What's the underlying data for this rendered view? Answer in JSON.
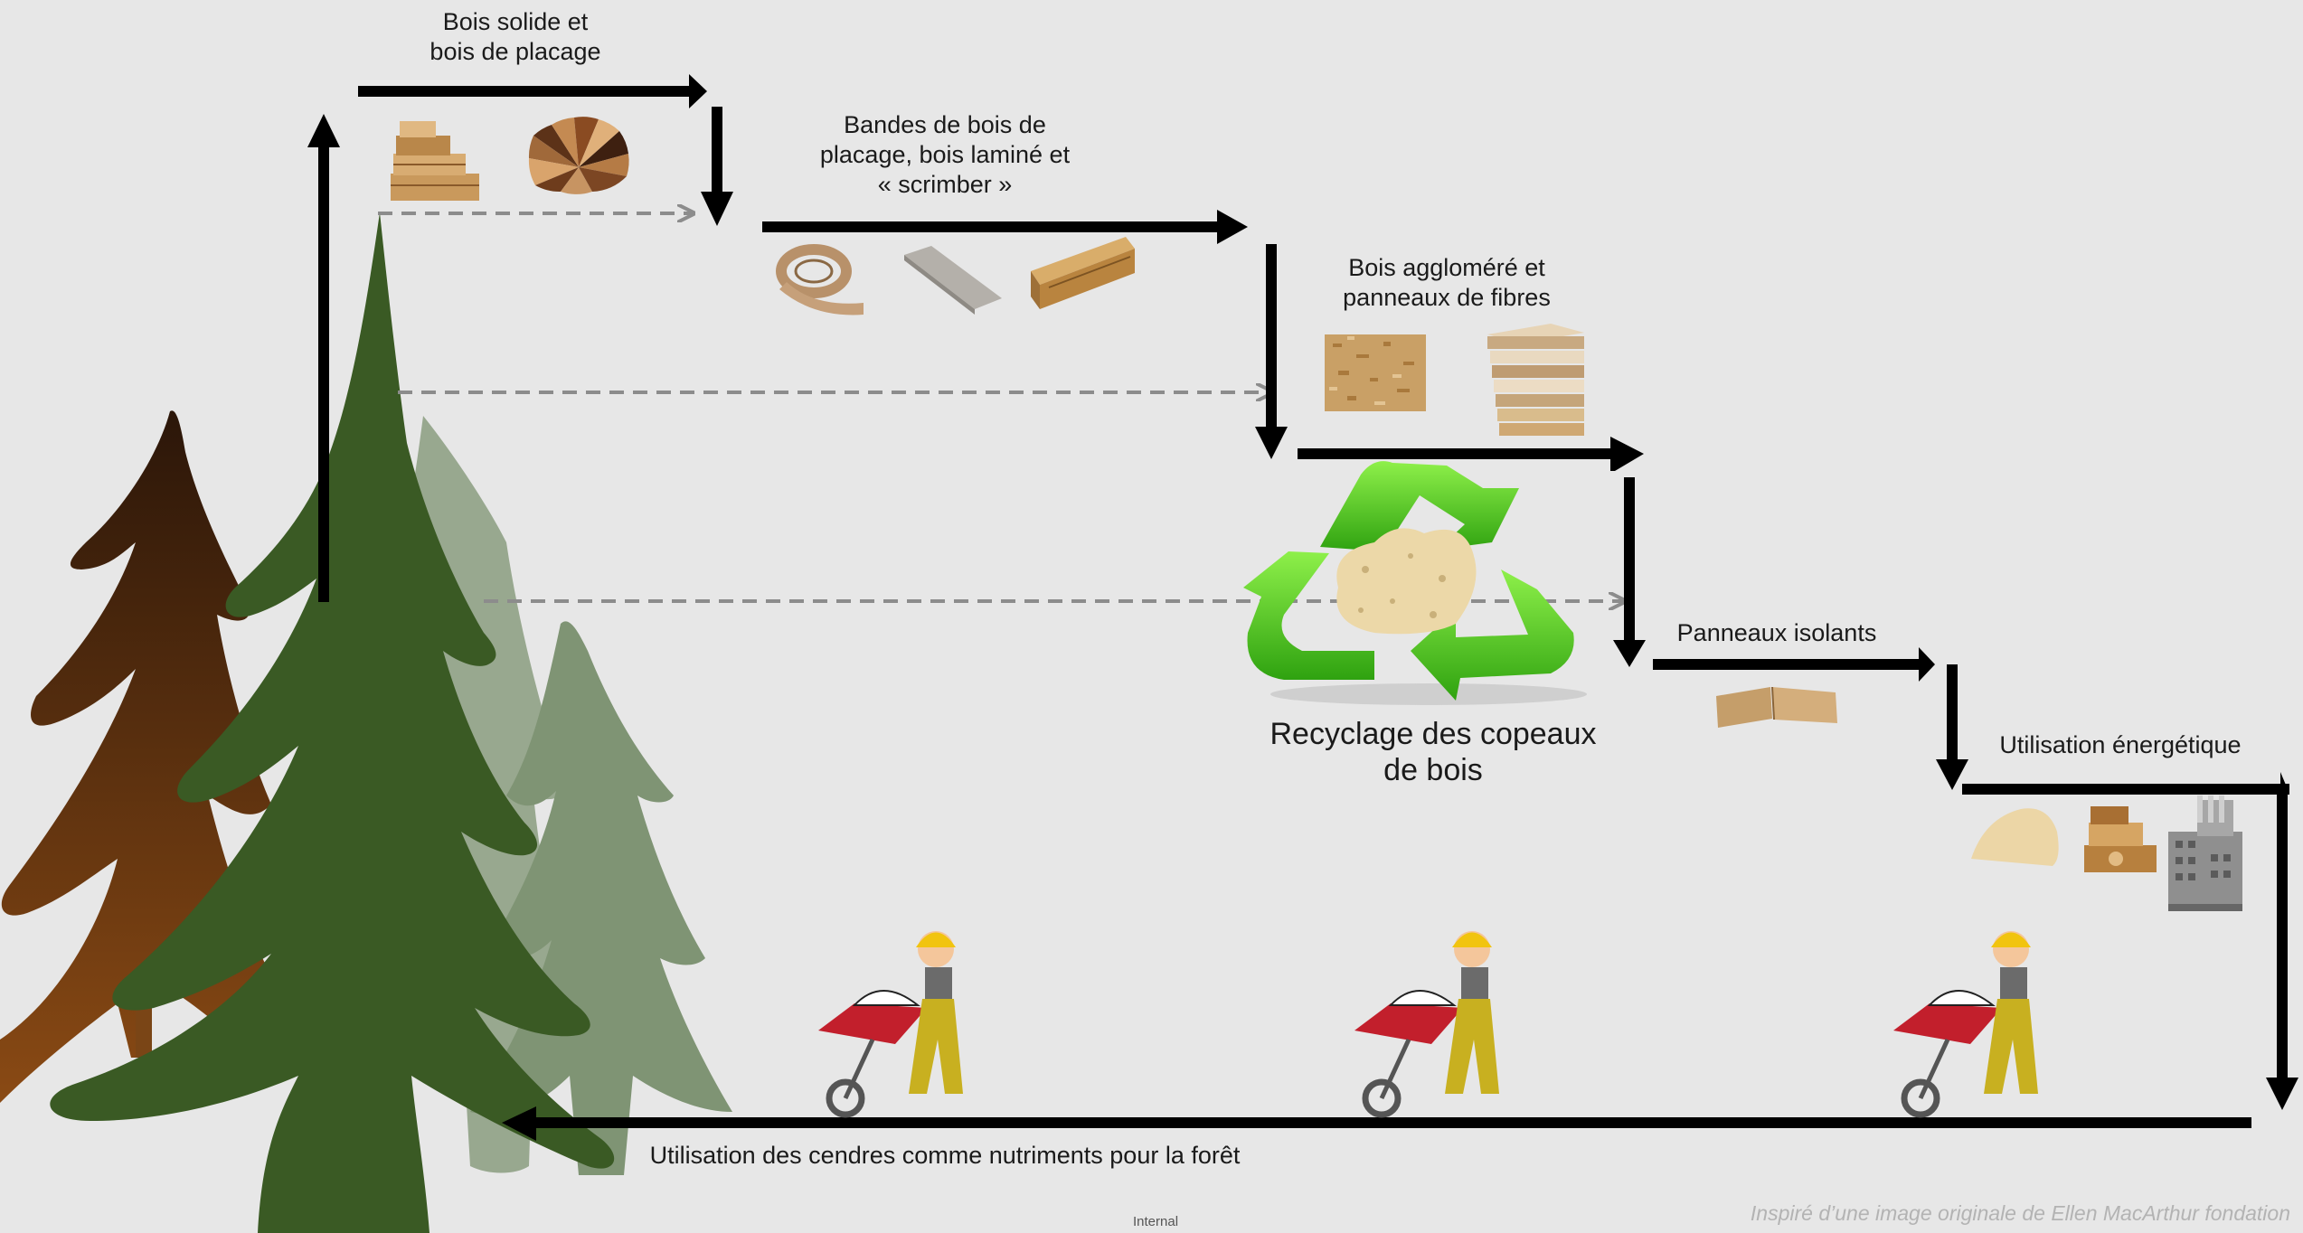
{
  "stages": [
    {
      "label_line1": "Bois solide et",
      "label_line2": "bois de placage"
    },
    {
      "label_line1": "Bandes de bois de",
      "label_line2": "placage, bois laminé et",
      "label_line3": "« scrimber »"
    },
    {
      "label_line1": "Bois aggloméré et",
      "label_line2": "panneaux de fibres"
    },
    {
      "label_line1": "Panneaux isolants"
    },
    {
      "label_line1": "Utilisation énergétique"
    }
  ],
  "recycling": {
    "label_line1": "Recyclage des copeaux",
    "label_line2": "de bois"
  },
  "return_flow": {
    "label": "Utilisation des cendres comme nutriments pour la forêt"
  },
  "credit": "Inspiré d’une image originale de Ellen MacArthur fondation",
  "footer_tag": "Internal",
  "colors": {
    "background": "#e7e7e7",
    "arrow": "#000000",
    "dashed_arrow": "#8c8c8c",
    "tree_dark_green": "#3a5a24",
    "tree_light_green": "#7f9474",
    "tree_brown": "#6a3c14",
    "recycle_green": "#4ec81e"
  },
  "icons": [
    "wood-planks-icon",
    "veneer-fan-icon",
    "veneer-roll-icon",
    "laminated-board-icon",
    "wood-beam-icon",
    "particleboard-icon",
    "fiberboard-stack-icon",
    "recycle-symbol-icon",
    "wood-chips-icon",
    "insulation-panel-icon",
    "sawdust-icon",
    "firewood-icon",
    "power-plant-icon",
    "worker-wheelbarrow-icon"
  ]
}
